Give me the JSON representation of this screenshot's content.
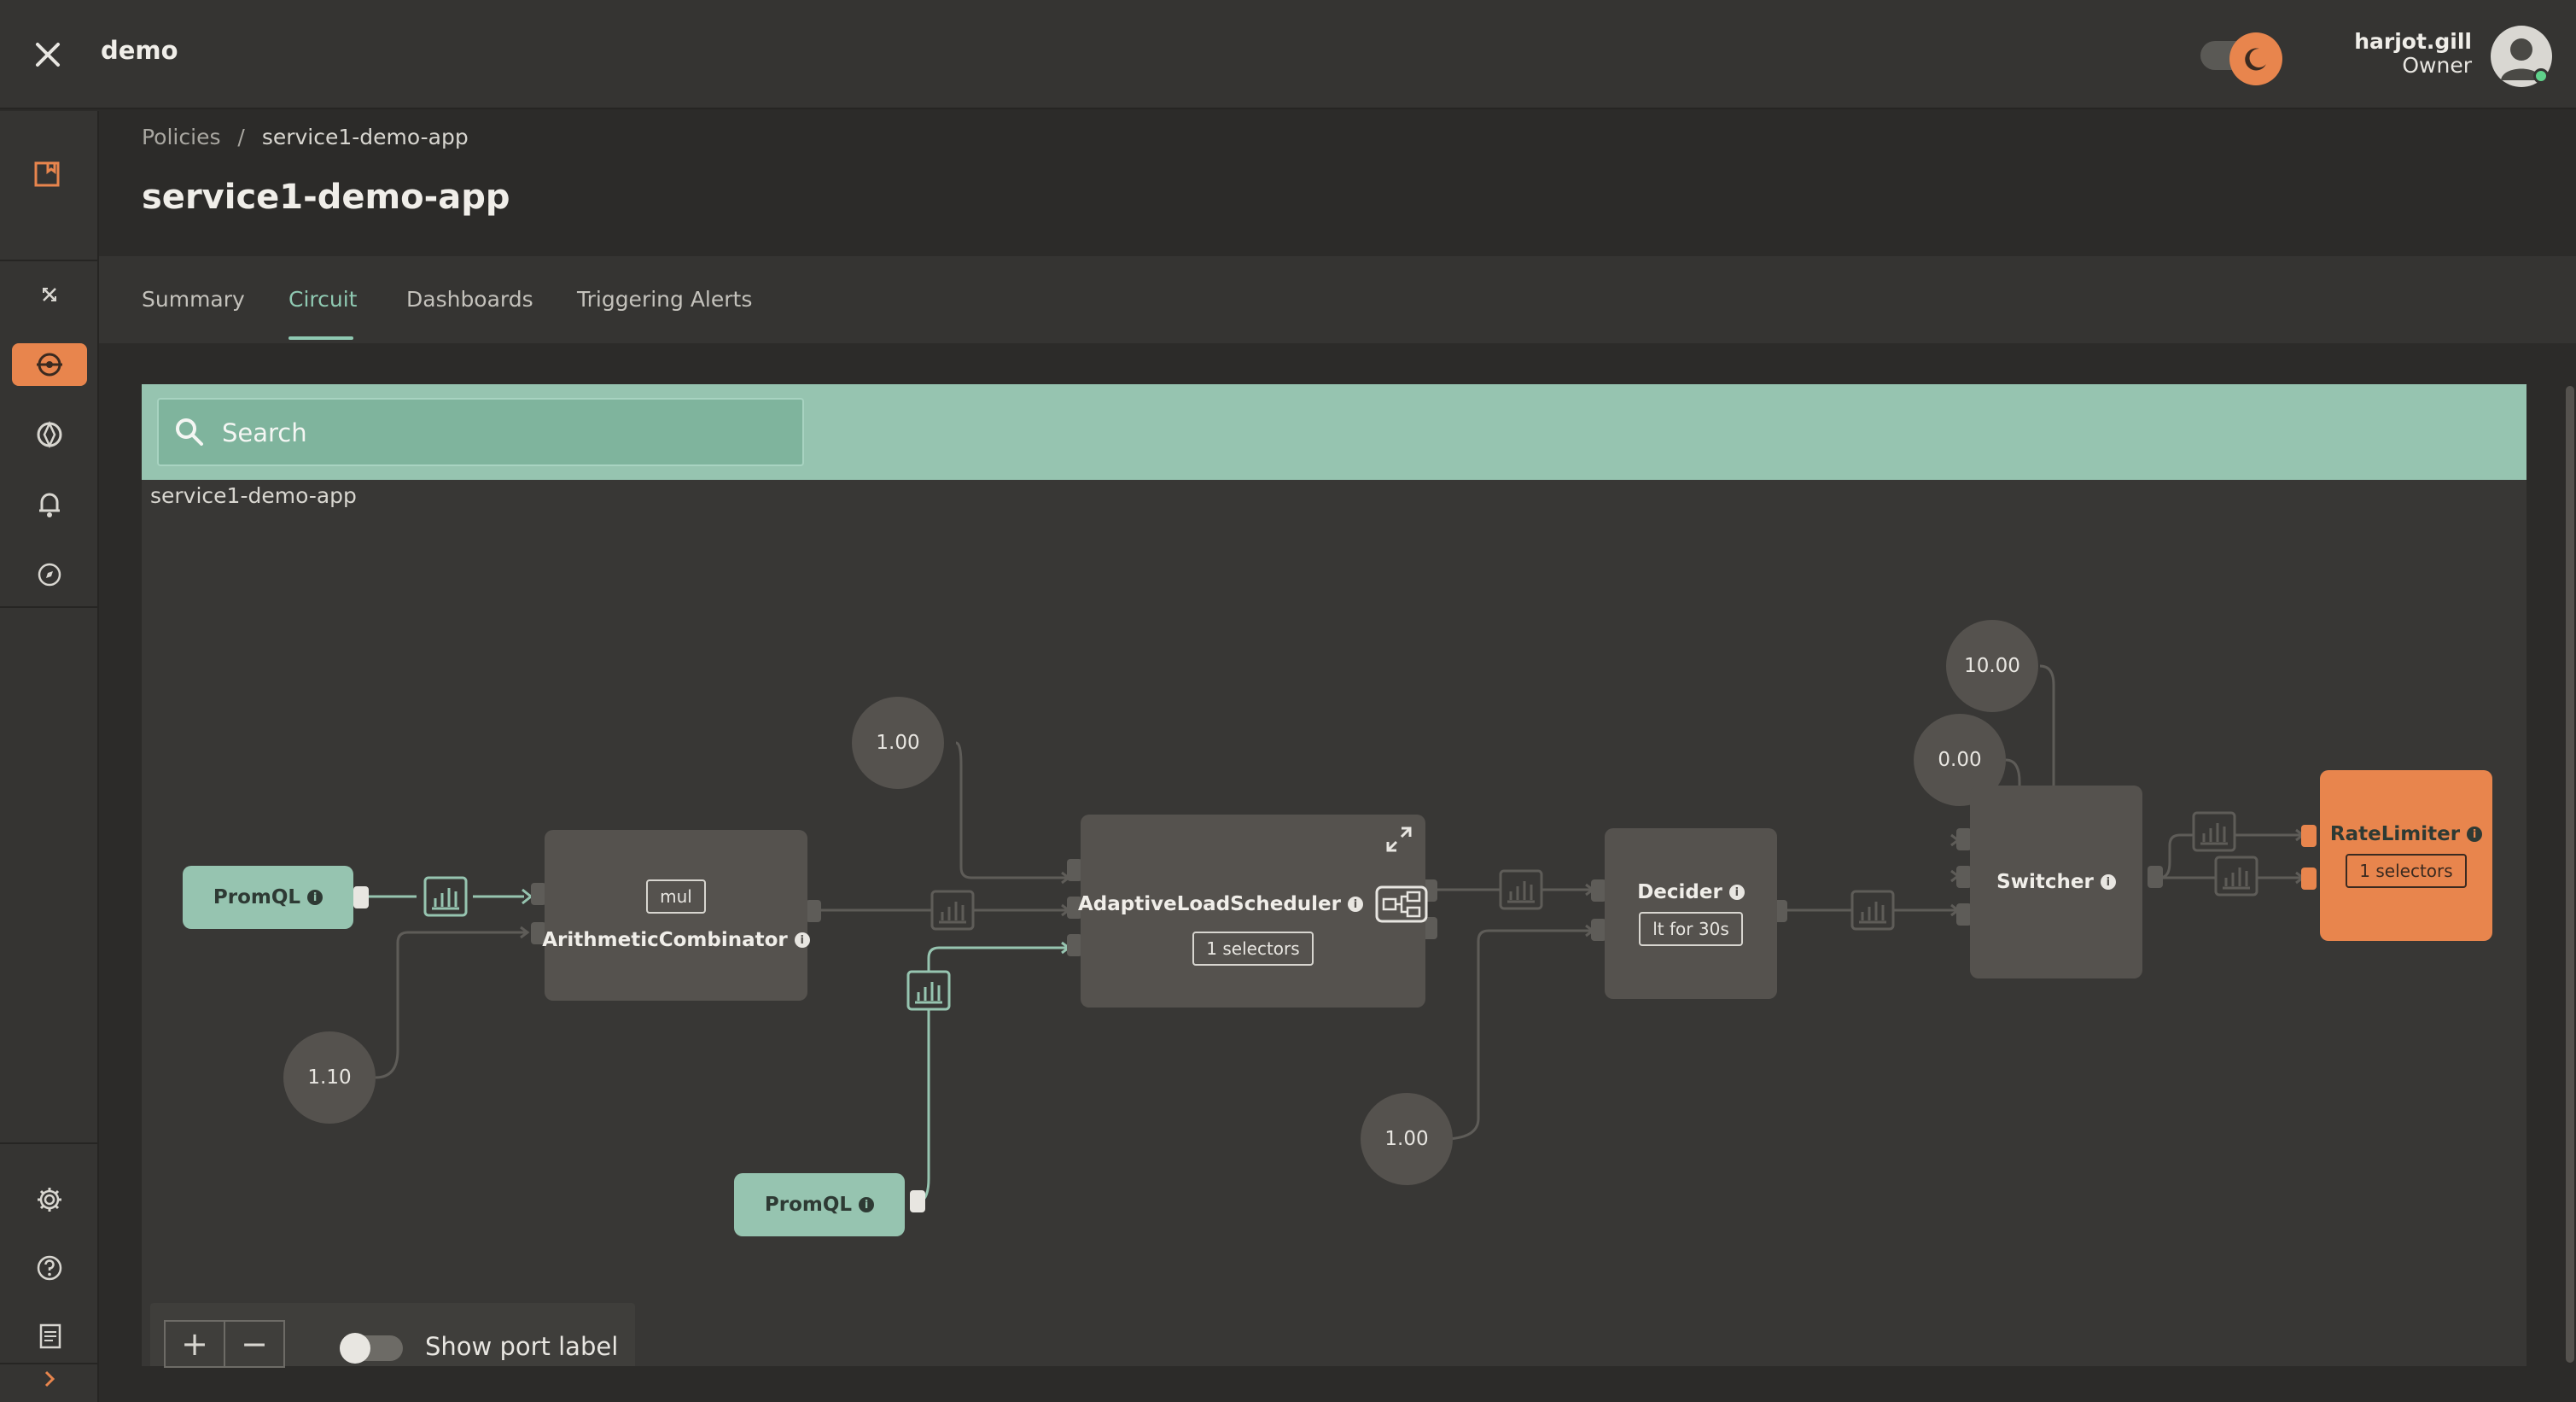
{
  "header": {
    "app_title": "demo",
    "user_name": "harjot.gill",
    "user_role": "Owner"
  },
  "breadcrumb": {
    "root": "Policies",
    "separator": "/",
    "current": "service1-demo-app"
  },
  "page_title": "service1-demo-app",
  "tabs": [
    {
      "label": "Summary"
    },
    {
      "label": "Circuit",
      "active": true
    },
    {
      "label": "Dashboards"
    },
    {
      "label": "Triggering Alerts"
    }
  ],
  "circuit": {
    "search_placeholder": "Search",
    "canvas_label": "service1-demo-app",
    "nodes": {
      "promql_1": {
        "name": "PromQL"
      },
      "promql_2": {
        "name": "PromQL"
      },
      "arith": {
        "name": "ArithmeticCombinator",
        "tag": "mul"
      },
      "scheduler": {
        "name": "AdaptiveLoadScheduler",
        "tag": "1 selectors"
      },
      "decider": {
        "name": "Decider",
        "tag": "lt for 30s"
      },
      "switcher": {
        "name": "Switcher"
      },
      "ratelimiter": {
        "name": "RateLimiter",
        "tag": "1 selectors"
      }
    },
    "constants": {
      "c_110": "1.10",
      "c_100_top": "1.00",
      "c_100_bottom": "1.00",
      "c_1000": "10.00",
      "c_000": "0.00"
    },
    "controls": {
      "zoom_in": "+",
      "zoom_out": "−",
      "port_label": "Show port label"
    }
  },
  "colors": {
    "accent_orange": "#e8854d",
    "accent_green": "#96c4b0",
    "background": "#2c2b29",
    "node": "#55524e"
  }
}
